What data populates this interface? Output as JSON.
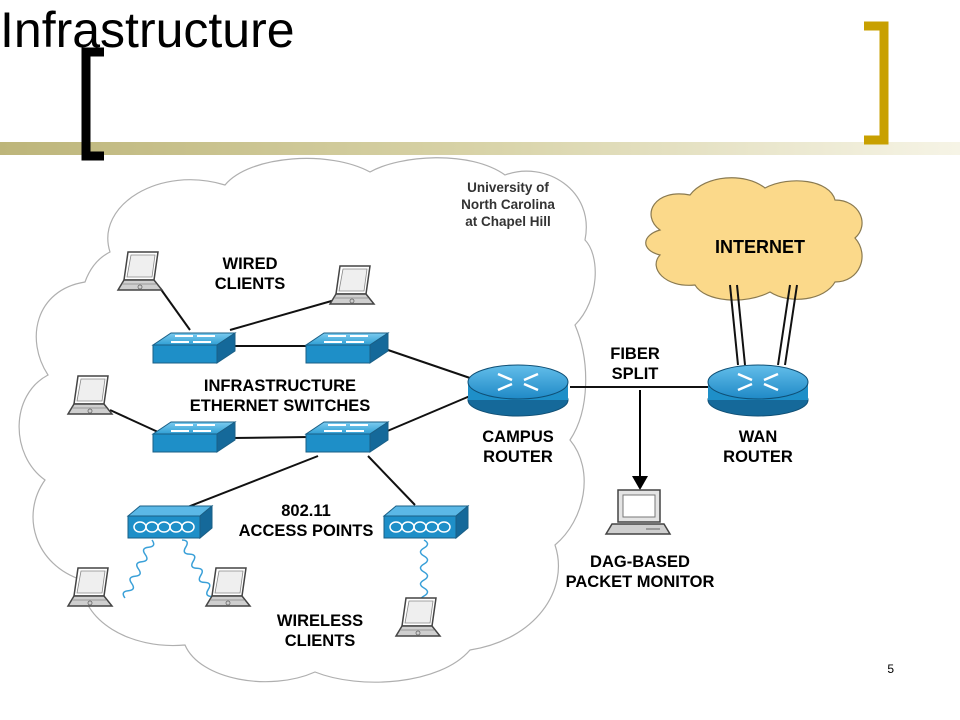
{
  "slide": {
    "title": "Infrastructure",
    "page_number": "5"
  },
  "diagram": {
    "campus_label": [
      "University of",
      "North Carolina",
      "at Chapel Hill"
    ],
    "internet_label": "INTERNET",
    "wired_clients_label": [
      "WIRED",
      "CLIENTS"
    ],
    "switches_label": [
      "INFRASTRUCTURE",
      "ETHERNET SWITCHES"
    ],
    "access_points_label": [
      "802.11",
      "ACCESS POINTS"
    ],
    "wireless_clients_label": [
      "WIRELESS",
      "CLIENTS"
    ],
    "campus_router_label": [
      "CAMPUS",
      "ROUTER"
    ],
    "wan_router_label": [
      "WAN",
      "ROUTER"
    ],
    "fiber_split_label": [
      "FIBER",
      "SPLIT"
    ],
    "monitor_label": [
      "DAG-BASED",
      "PACKET MONITOR"
    ]
  },
  "colors": {
    "accent_gold": "#C8A000",
    "bar_olive": "#C9C28E",
    "device_blue": "#1E8FC8",
    "internet_cloud": "#FBD98A"
  }
}
